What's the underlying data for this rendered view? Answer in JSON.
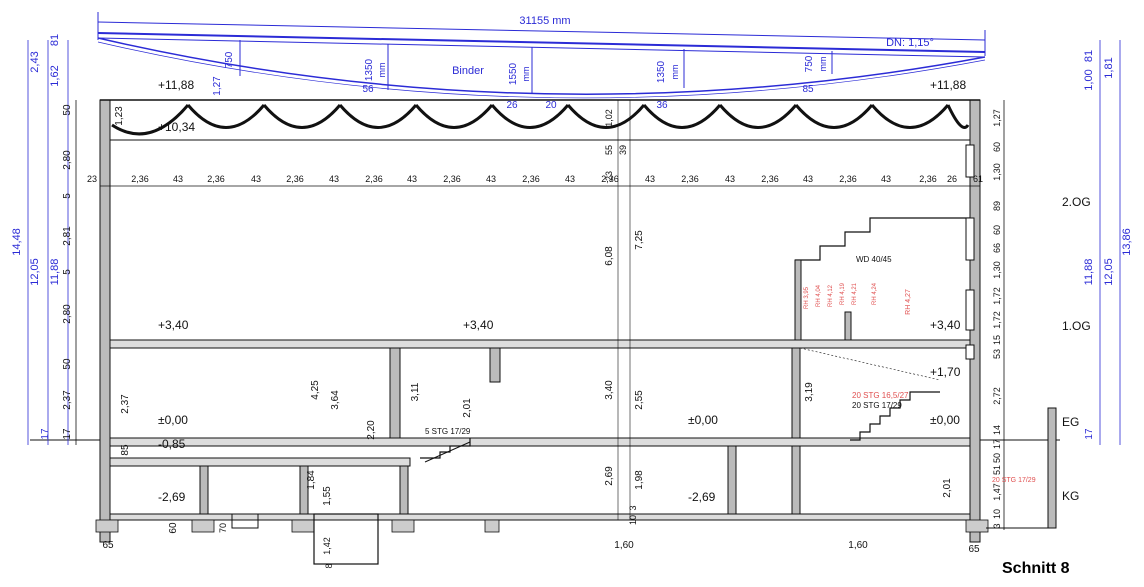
{
  "title": "Schnitt 8",
  "colors": {
    "dimension": "#2b2bd6",
    "structure": "#111111",
    "annotation_red": "#e05050",
    "background": "#ffffff"
  },
  "top": {
    "overall_length": "31155 mm",
    "roof_slope": "DN: 1,15°",
    "binder_label": "Binder",
    "binder_heights": [
      "750",
      "1350",
      "1550",
      "1350",
      "750"
    ],
    "binder_unit": "mm",
    "binder_segments": [
      "1,27",
      "56",
      "26",
      "20",
      "36",
      "85"
    ]
  },
  "levels": {
    "roof_left": "+11,88",
    "roof_right": "+11,88",
    "ceiling": "+10,34",
    "og1_left": "+3,40",
    "og1_mid": "+3,40",
    "og1_right": "+3,40",
    "landing": "+1,70",
    "ground_left": "±0,00",
    "ground_mid": "±0,00",
    "ground_right": "±0,00",
    "sub_left": "-0,85",
    "basement_left": "-2,69",
    "basement_mid": "-2,69"
  },
  "floor_labels": {
    "og2": "2.OG",
    "og1": "1.OG",
    "eg": "EG",
    "kg": "KG"
  },
  "horizontal_dims": [
    "23",
    "2,36",
    "43",
    "2,36",
    "43",
    "2,36",
    "43",
    "2,36",
    "43",
    "2,36",
    "43",
    "2,36",
    "43",
    "2,36",
    "43",
    "2,36",
    "43",
    "2,36",
    "43",
    "2,36",
    "43",
    "2,36",
    "26",
    "61"
  ],
  "left_outer_dims": [
    "2,43",
    "1,62",
    "81",
    "14,48",
    "12,05",
    "11,88",
    "17"
  ],
  "left_inner_dims": [
    "50",
    "1,23",
    "2,80",
    "5",
    "2,81",
    "5",
    "2,80",
    "50",
    "2,37",
    "17"
  ],
  "right_outer_dims": [
    "1,00",
    "81",
    "1,81",
    "13,86",
    "12,05",
    "11,88",
    "17"
  ],
  "right_inner_dims": [
    "1,27",
    "60",
    "1,30",
    "89",
    "60",
    "66",
    "1,30",
    "1,72",
    "1,72",
    "15",
    "53",
    "2,72",
    "14",
    "17",
    "50",
    "51",
    "1,47",
    "10",
    "3"
  ],
  "interior_dims": [
    "1,02",
    "55",
    "39",
    "23",
    "6,08",
    "7,25",
    "3,40",
    "2,55",
    "2,69",
    "1,98",
    "4,25",
    "3,64",
    "3,11",
    "2,20",
    "2,01",
    "3,19",
    "2,01",
    "1,84",
    "1,55",
    "2,37",
    "85",
    "70",
    "1,42",
    "60",
    "65",
    "1,60",
    "1,60",
    "65",
    "8",
    "10",
    "3"
  ],
  "stairs": {
    "stair_eg": "5 STG 17/29",
    "stair_og_red": "20 STG 16,5/27",
    "stair_og": "20 STG 17/29",
    "stair_kg_red": "20 STG 17/29"
  },
  "wall_labels": {
    "wd": "WD 40/45",
    "red_marks": [
      "RH 3,95",
      "RH 4,04",
      "RH 4,12",
      "RH 4,19",
      "RH 4,21",
      "RH 4,24",
      "RH 4,27"
    ]
  }
}
